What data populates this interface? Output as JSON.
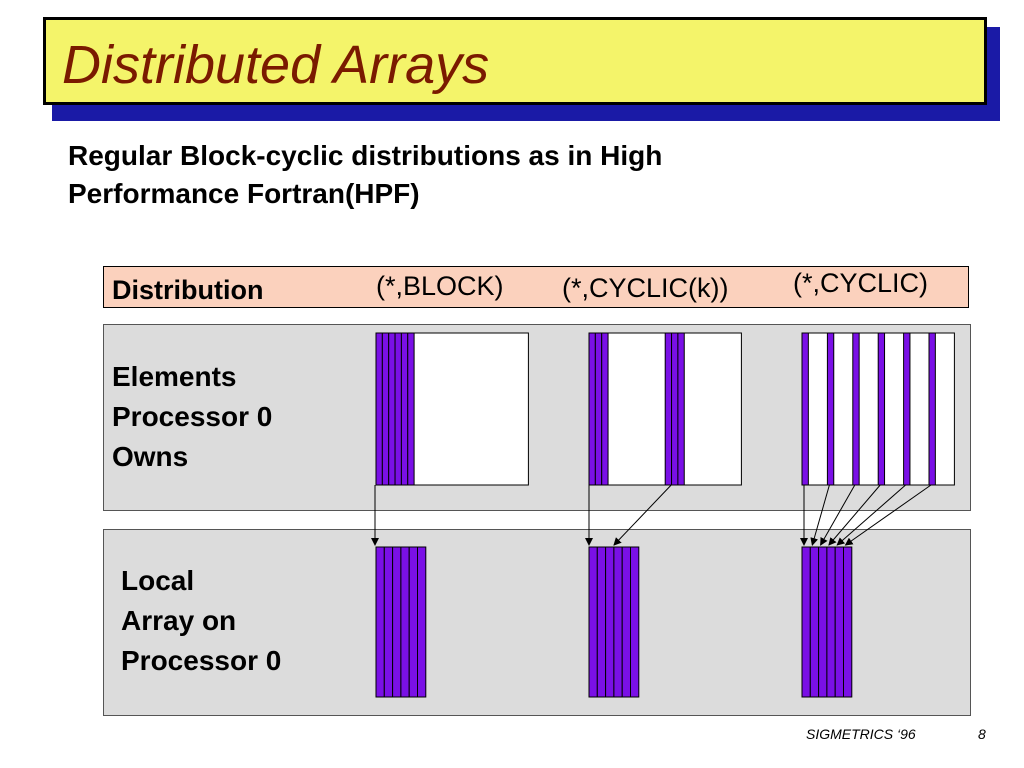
{
  "slide": {
    "title": "Distributed Arrays",
    "subtitle_lines": [
      "Regular Block-cyclic distributions as in High",
      "Performance Fortran(HPF)"
    ],
    "distribution_label": "Distribution",
    "distributions": [
      "(*,BLOCK)",
      "(*,CYCLIC(k))",
      "(*,CYCLIC)"
    ],
    "top_panel_label_lines": [
      "Elements",
      "Processor 0",
      "Owns"
    ],
    "bottom_panel_label_lines": [
      "Local",
      "Array on",
      "Processor 0"
    ],
    "footer_venue": "SIGMETRICS ‘96",
    "footer_page": "8"
  },
  "colors": {
    "title_background": "#f4f46a",
    "title_text": "#7a1a00",
    "title_shadow": "#1a1aa6",
    "distribution_row": "#fbd1bd",
    "panel_background": "#dcdcdc",
    "owned_column": "#7a10e6"
  },
  "diagram": {
    "columns_per_array": 24,
    "owned_columns_per_local_array": 6,
    "distributions": [
      {
        "name": "BLOCK",
        "owned_columns": [
          0,
          1,
          2,
          3,
          4,
          5
        ]
      },
      {
        "name": "CYCLIC(k)",
        "owned_columns": [
          0,
          1,
          2,
          12,
          13,
          14
        ]
      },
      {
        "name": "CYCLIC",
        "owned_columns": [
          0,
          4,
          8,
          12,
          16,
          20
        ]
      }
    ]
  }
}
